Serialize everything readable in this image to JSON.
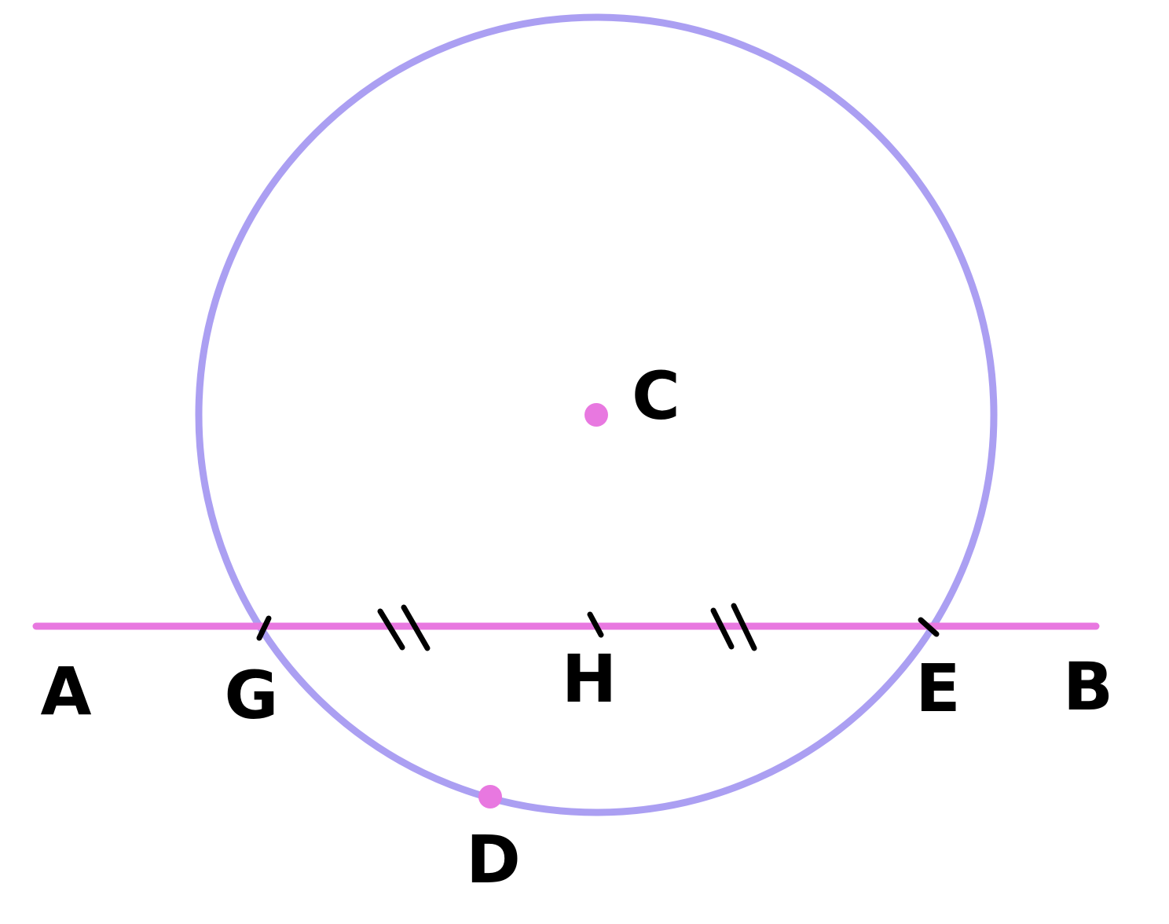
{
  "colors": {
    "circle": "#ab9ff2",
    "line": "#e878e0",
    "points": "#e878e0",
    "labels": "#000000",
    "ticks": "#000000"
  },
  "labels": {
    "A": "A",
    "G": "G",
    "H": "H",
    "E": "E",
    "B": "B",
    "C": "C",
    "D": "D"
  }
}
